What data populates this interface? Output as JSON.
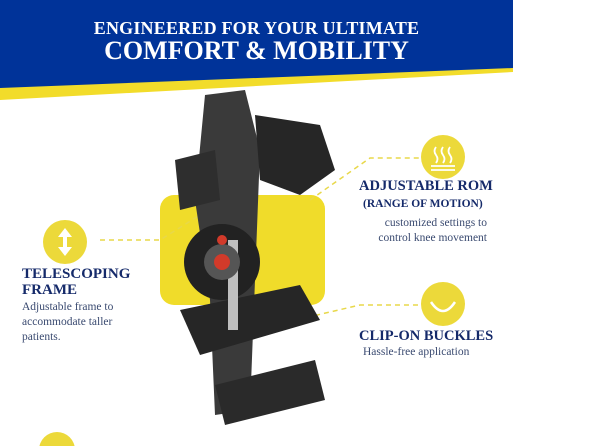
{
  "header": {
    "line1": "ENGINEERED FOR YOUR ULTIMATE",
    "line2": "COMFORT & MOBILITY"
  },
  "colors": {
    "blue": "#003399",
    "yellow": "#f2dc2a",
    "title": "#152a6a"
  },
  "features": [
    {
      "icon": "heat-waves-icon",
      "title": "ADJUSTABLE ROM",
      "subtitle": "(RANGE OF MOTION)",
      "desc1": "customized settings to",
      "desc2": "control knee movement"
    },
    {
      "icon": "arrow-up-down-icon",
      "title1": "TELESCOPING",
      "title2": "FRAME",
      "desc1": "Adjustable frame to",
      "desc2": "accommodate taller",
      "desc3": "patients."
    },
    {
      "icon": "smile-curve-icon",
      "title": "CLIP-ON BUCKLES",
      "desc1": "Hassle-free application"
    }
  ]
}
